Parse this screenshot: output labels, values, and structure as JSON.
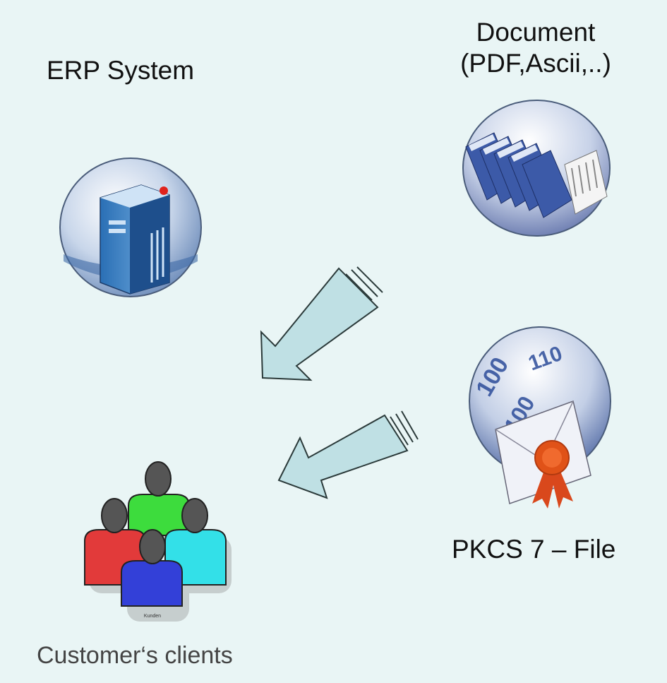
{
  "labels": {
    "erp_system": "ERP System",
    "document_line1": "Document",
    "document_line2": "(PDF,Ascii,..)",
    "pkcs_file": "PKCS 7 – File",
    "customers_clients": "Customer‘s clients",
    "kunden": "Kunden"
  },
  "icons": {
    "erp": "server-icon",
    "document": "file-folders-icon",
    "pkcs": "certificate-envelope-icon",
    "clients": "user-group-icon"
  },
  "colors": {
    "background": "#e9f5f5",
    "arrow_fill": "#bfe0e4",
    "person_green": "#3ddc3d",
    "person_red": "#e23a3a",
    "person_cyan": "#33e0e8",
    "person_blue": "#3340d8",
    "head_gray": "#555555"
  }
}
